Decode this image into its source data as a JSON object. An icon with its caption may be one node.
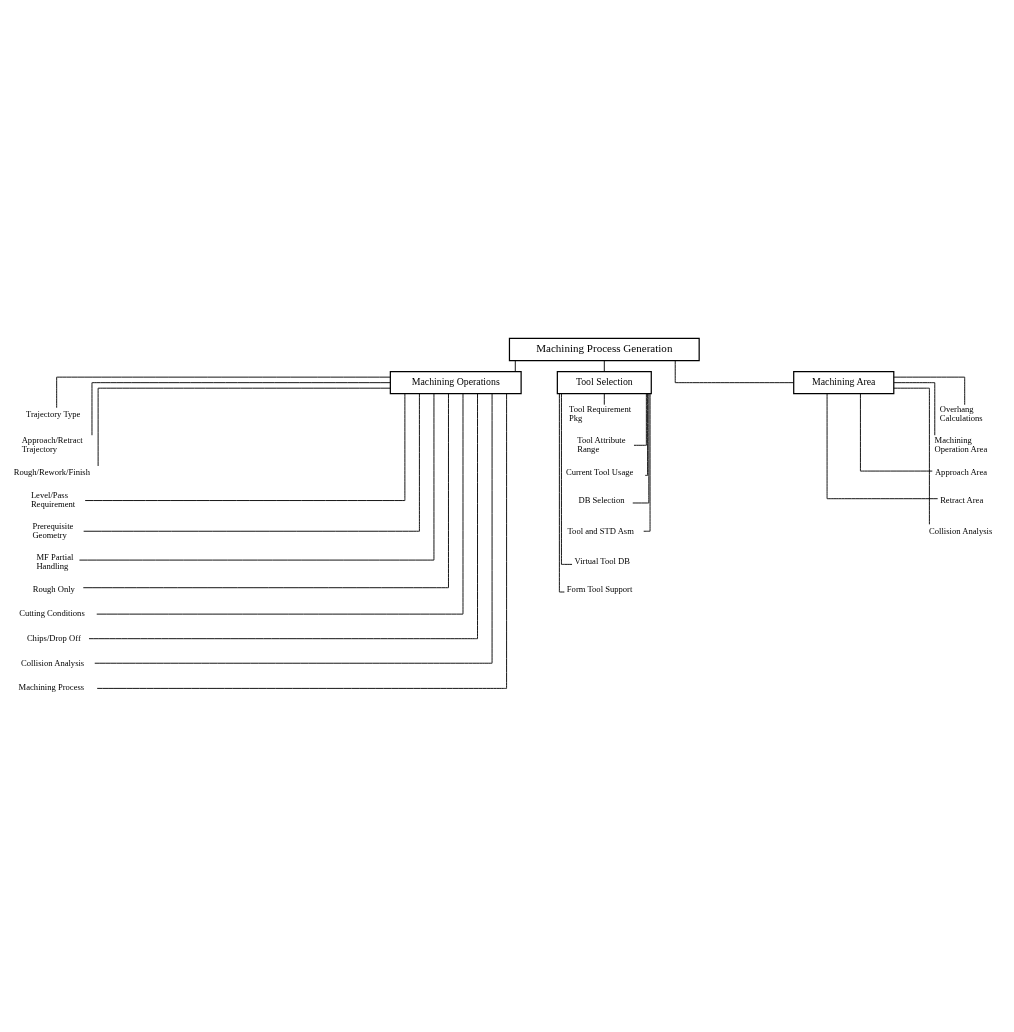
{
  "diagram": {
    "nodes": [
      {
        "text": [
          "Machining Process Generation"
        ]
      },
      {
        "text": [
          "Machining Operations"
        ]
      },
      {
        "text": [
          "Tool Selection"
        ]
      },
      {
        "text": [
          "Machining Area"
        ]
      },
      {
        "text": [
          "Trajectory Type"
        ]
      },
      {
        "text": [
          "Approach/Retract Trajectory"
        ]
      },
      {
        "text": [
          "Rough/Rework/Finish"
        ]
      },
      {
        "text": [
          "Level/Pass Requirement"
        ]
      },
      {
        "text": [
          "Prerequisite Geometry"
        ]
      },
      {
        "text": [
          "MF Partial Handling"
        ]
      },
      {
        "text": [
          "Rough Only"
        ]
      },
      {
        "text": [
          "Cutting Conditions"
        ]
      },
      {
        "text": [
          "Chips/Drop Off"
        ]
      },
      {
        "text": [
          "Collision Analysis"
        ]
      },
      {
        "text": [
          "Machining Process"
        ]
      },
      {
        "text": [
          "Tool Requirement Pkg"
        ]
      },
      {
        "text": [
          "Tool Attribute Range"
        ]
      },
      {
        "text": [
          "Current Tool Usage"
        ]
      },
      {
        "text": [
          "DB Selection"
        ]
      },
      {
        "text": [
          "Tool and STD Asm"
        ]
      },
      {
        "text": [
          "Virtual Tool DB"
        ]
      },
      {
        "text": [
          "Form Tool Support"
        ]
      },
      {
        "text": [
          "Overhang Calculations"
        ]
      },
      {
        "text": [
          "Machining Operation Area"
        ]
      },
      {
        "text": [
          "Approach Area"
        ]
      },
      {
        "text": [
          "Retract Area"
        ]
      },
      {
        "text": [
          "Collision Analysis"
        ]
      }
    ],
    "edges": [
      {
        "from": 0,
        "to": 1,
        "arrow": "none"
      },
      {
        "from": 0,
        "to": 2,
        "arrow": "none"
      },
      {
        "from": 0,
        "to": 3,
        "arrow": "none"
      },
      {
        "from": 1,
        "to": 4,
        "arrow": "none"
      },
      {
        "from": 1,
        "to": 5,
        "arrow": "none"
      },
      {
        "from": 1,
        "to": 6,
        "arrow": "none"
      },
      {
        "from": 1,
        "to": 7,
        "arrow": "none"
      },
      {
        "from": 1,
        "to": 8,
        "arrow": "none"
      },
      {
        "from": 1,
        "to": 9,
        "arrow": "none"
      },
      {
        "from": 1,
        "to": 10,
        "arrow": "none"
      },
      {
        "from": 1,
        "to": 11,
        "arrow": "none"
      },
      {
        "from": 1,
        "to": 12,
        "arrow": "none"
      },
      {
        "from": 1,
        "to": 13,
        "arrow": "none"
      },
      {
        "from": 1,
        "to": 14,
        "arrow": "none"
      },
      {
        "from": 2,
        "to": 15,
        "arrow": "none"
      },
      {
        "from": 2,
        "to": 16,
        "arrow": "none"
      },
      {
        "from": 2,
        "to": 17,
        "arrow": "none"
      },
      {
        "from": 2,
        "to": 18,
        "arrow": "none"
      },
      {
        "from": 2,
        "to": 19,
        "arrow": "none"
      },
      {
        "from": 2,
        "to": 20,
        "arrow": "none"
      },
      {
        "from": 2,
        "to": 21,
        "arrow": "none"
      },
      {
        "from": 3,
        "to": 22,
        "arrow": "none"
      },
      {
        "from": 3,
        "to": 23,
        "arrow": "none"
      },
      {
        "from": 3,
        "to": 24,
        "arrow": "none"
      },
      {
        "from": 3,
        "to": 25,
        "arrow": "none"
      },
      {
        "from": 3,
        "to": 26,
        "arrow": "none"
      }
    ]
  }
}
